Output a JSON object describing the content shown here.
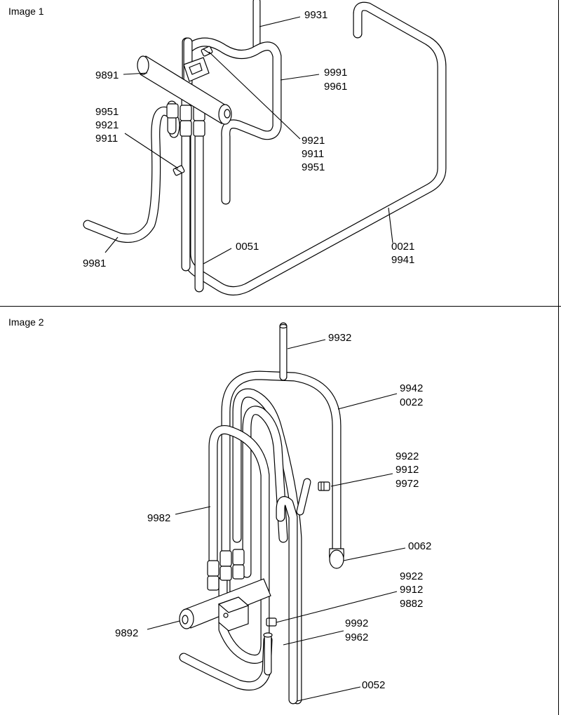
{
  "image1": {
    "title": "Image 1",
    "labels": {
      "l9931": "9931",
      "l9991": "9991",
      "l9961": "9961",
      "l9891": "9891",
      "l9951a": "9951",
      "l9921a": "9921",
      "l9911a": "9911",
      "l9921b": "9921",
      "l9911b": "9911",
      "l9951b": "9951",
      "l9981": "9981",
      "l0051": "0051",
      "l0021": "0021",
      "l9941": "9941"
    }
  },
  "image2": {
    "title": "Image 2",
    "labels": {
      "l9932": "9932",
      "l9942": "9942",
      "l0022": "0022",
      "l9922a": "9922",
      "l9912a": "9912",
      "l9972": "9972",
      "l9982": "9982",
      "l0062": "0062",
      "l9922b": "9922",
      "l9912b": "9912",
      "l9882": "9882",
      "l9992": "9992",
      "l9962": "9962",
      "l9892": "9892",
      "l0052": "0052"
    }
  }
}
